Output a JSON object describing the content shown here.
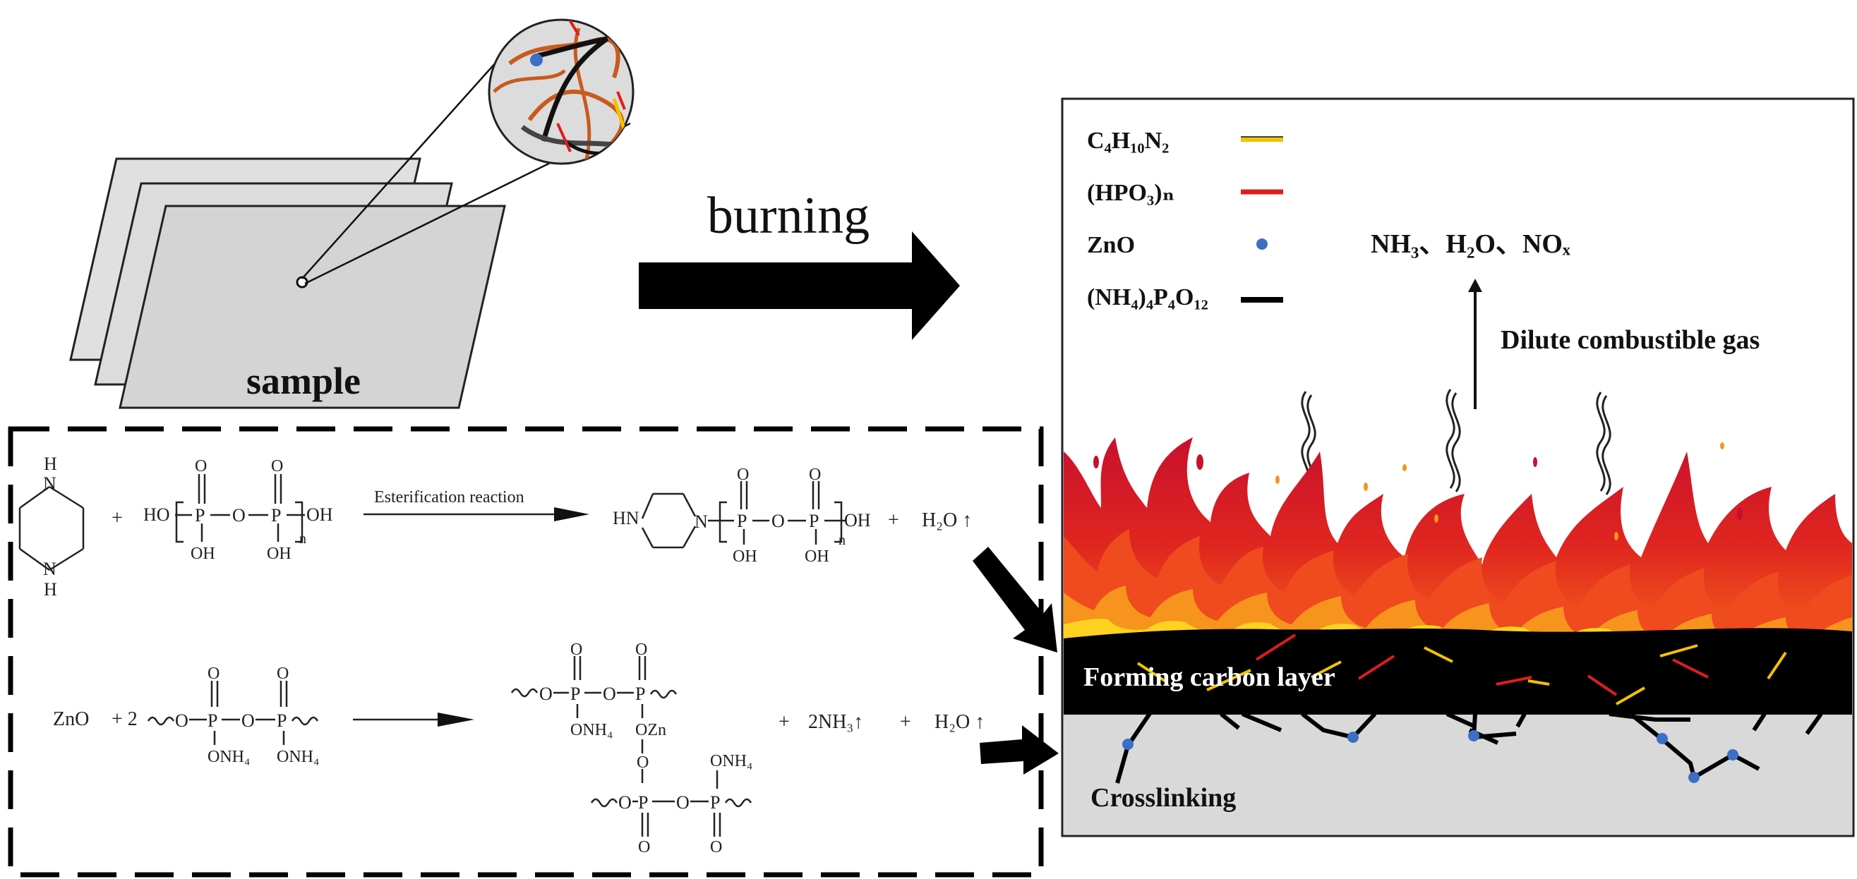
{
  "labels": {
    "sample": "sample",
    "burning": "burning",
    "dilute": "Dilute combustible gas",
    "gases": "NH₃、H₂O、NOₓ",
    "forming_layer": "Forming carbon layer",
    "crosslinking": "Crosslinking"
  },
  "legend": [
    {
      "label": "C₄H₁₀N₂",
      "marker": "line",
      "color": "#f2c200"
    },
    {
      "label": "(HPO₃)ₙ",
      "marker": "line",
      "color": "#e01d1d"
    },
    {
      "label": "ZnO",
      "marker": "dot",
      "color": "#3b6fc4"
    },
    {
      "label": "(NH₄)₄P₄O₁₂",
      "marker": "line",
      "color": "#000000"
    }
  ],
  "reaction1": {
    "piperazine_nh_top": "H",
    "piperazine_n_top": "N",
    "piperazine_n_bottom": "N",
    "piperazine_nh_bottom": "H",
    "plus": "+",
    "reactant_left": "HO",
    "reactant_right": "OH",
    "p1": "P",
    "p2": "P",
    "o_top1": "O",
    "o_top2": "O",
    "o_bridge": "O",
    "oh_bottom1": "OH",
    "oh_bottom2": "OH",
    "subscript_n": "n",
    "condition": "Esterification reaction",
    "product_hn": "HN",
    "product_n": "N",
    "product_right": "OH",
    "product_p1": "P",
    "product_p2": "P",
    "product_o_top1": "O",
    "product_o_top2": "O",
    "product_o_bridge": "O",
    "product_oh1": "OH",
    "product_oh2": "OH",
    "product_n_sub": "n",
    "plus2": "+",
    "water": "H₂O ↑"
  },
  "reaction2": {
    "zno": "ZnO",
    "coef": "+ 2",
    "r_o1": "O",
    "r_p1": "P",
    "r_o2": "O",
    "r_p2": "P",
    "r_otop1": "O",
    "r_otop2": "O",
    "r_onh4_1": "ONH₄",
    "r_onh4_2": "ONH₄",
    "p_o1": "O",
    "p_p1": "P",
    "p_o2": "O",
    "p_p2": "P",
    "p_otop1": "O",
    "p_otop2": "O",
    "p_onh4": "ONH₄",
    "p_ozn": "OZn",
    "p_olink": "O",
    "q_o1": "O",
    "q_p1": "P",
    "q_o2": "O",
    "q_p2": "P",
    "q_obot1": "O",
    "q_obot2": "O",
    "q_onh4": "ONH₄",
    "plus_a": "+",
    "ammonia": "2NH₃↑",
    "plus_b": "+",
    "water": "H₂O ↑"
  },
  "colors": {
    "flame_dark": "#c8102e",
    "flame_mid": "#ef4b1f",
    "flame_orange": "#f7941d",
    "flame_yellow": "#ffd21f",
    "char": "#000000",
    "substrate": "#d9d9d9",
    "zno_blue": "#3b6fc4"
  }
}
